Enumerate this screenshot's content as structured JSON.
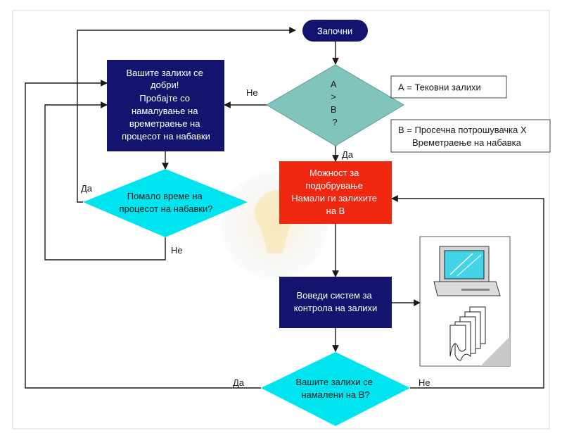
{
  "flowchart": {
    "start": "Започни",
    "decision_ab": {
      "line1": "А",
      "line2": ">",
      "line3": "В",
      "line4": "?"
    },
    "box_stocks_good": {
      "line1": "Вашите залихи се",
      "line2": "добри!",
      "line3": "Пробајте со",
      "line4": "намалување на",
      "line5": "времетраење на",
      "line6": "процесот на набавки"
    },
    "decision_time": {
      "line1": "Помало време на",
      "line2": "процесот на набавки?"
    },
    "box_improve": {
      "line1": "Можност за",
      "line2": "подобрување",
      "line3": "Намали ги залихите",
      "line4": "на В"
    },
    "box_system": {
      "line1": "Воведи систем за",
      "line2": "контрола на залихи"
    },
    "decision_reduced": {
      "line1": "Вашите залихи се",
      "line2": "намалени на В?"
    },
    "legend_a": "А = Тековни залихи",
    "legend_b": {
      "line1": "В = Просечна потрошувачка Х",
      "line2": "Времетраење на набавка"
    },
    "labels": {
      "no_left": "Не",
      "yes_down": "Да",
      "yes_time": "Да",
      "no_time": "Не",
      "yes_reduced": "Да",
      "no_reduced": "Не"
    }
  },
  "colors": {
    "navy": "#14146e",
    "teal": "#80c4bc",
    "cyan": "#00e4f0",
    "red": "#f02810",
    "line": "#1a1a1a"
  }
}
